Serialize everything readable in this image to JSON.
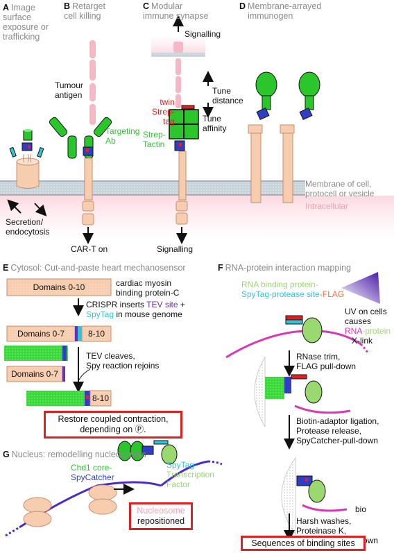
{
  "panels": {
    "A": {
      "letter": "A",
      "title_lines": [
        "Image",
        "surface",
        "exposure or",
        "trafficking"
      ],
      "label_lines": [
        "Secretion/",
        "endocytosis"
      ]
    },
    "B": {
      "letter": "B",
      "title_lines": [
        "Retarget",
        "cell killing"
      ],
      "antigen_lines": [
        "Tumour",
        "antigen"
      ],
      "targeting_lines": [
        "Targeting",
        "Ab"
      ],
      "output": "CAR-T on"
    },
    "C": {
      "letter": "C",
      "title_lines": [
        "Modular",
        "immune synapse"
      ],
      "signalling_top": "Signalling",
      "twin_lines": [
        "twin",
        "Strep-",
        "tag"
      ],
      "streptactin_lines": [
        "Strep-",
        "Tactin"
      ],
      "tune_distance_lines": [
        "Tune",
        "distance"
      ],
      "tune_affinity_lines": [
        "Tune",
        "affinity"
      ],
      "signalling_bottom": "Signalling"
    },
    "D": {
      "letter": "D",
      "title_lines": [
        "Membrane-arrayed",
        "immunogen"
      ],
      "membrane_lines": [
        "Membrane of cell,",
        "protocell or vesicle"
      ],
      "intracellular": "Intracellular"
    },
    "E": {
      "letter": "E",
      "title": "Cytosol: Cut-and-paste heart mechanosensor",
      "domains_full": "Domains 0-10",
      "protein_lines": [
        "cardiac myosin",
        "binding protein-C"
      ],
      "crispr_pre": "CRISPR inserts ",
      "tev_site": "TEV site",
      "plus": " +",
      "spytag": "SpyTag",
      "genome": " in mouse genome",
      "domains_07": "Domains 0-7",
      "domains_810": "8-10",
      "tev_lines": [
        "TEV cleaves,",
        "Spy reaction rejoins"
      ],
      "domains_07b": "Domains 0-7",
      "domains_810b": "8-10",
      "restore_lines": [
        "Restore coupled contraction,",
        "depending on Ⓟ."
      ]
    },
    "F": {
      "letter": "F",
      "title": "RNA-protein interaction mapping",
      "rbp_line": "RNA binding protein-",
      "spytag": "SpyTag",
      "protease": "-protease site-",
      "flag": "FLAG",
      "uv_lines": [
        "UV on cells",
        "causes"
      ],
      "rna": "RNA",
      "protein": "-protein",
      "xlink": "X-link",
      "step1_lines": [
        "RNase trim,",
        "FLAG pull-down"
      ],
      "step2_lines": [
        "Biotin-adaptor ligation,",
        "Protease release,",
        "SpyCatcher-pull-down"
      ],
      "bio": "bio",
      "step3_lines": [
        "Harsh washes,",
        "Proteinase K,",
        "Streptavidin pull-down"
      ],
      "result": "Sequences of binding sites"
    },
    "G": {
      "letter": "G",
      "title": "Nucleus: remodelling nucleosomes",
      "chd1": "Chd1 core-",
      "spycatcher": "SpyCatcher",
      "spytag": "SpyTag-",
      "tf_lines": [
        "Transcription",
        "Factor"
      ],
      "result_top": "Nucleosome",
      "result_bottom": "repositioned"
    }
  },
  "colors": {
    "green": "#2bc62b",
    "red": "#e02020",
    "pink": "#f2a0b0",
    "cyan": "#33c4d8",
    "purple": "#6a2fb8",
    "magenta": "#d838b8",
    "salmon": "#f7cdb0",
    "blue": "#2f3fc4"
  }
}
